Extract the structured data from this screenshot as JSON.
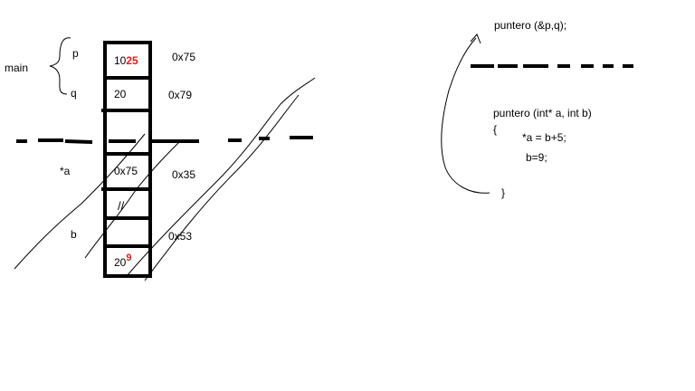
{
  "left_labels": {
    "main": "main",
    "p": "p",
    "q": "q",
    "a_ptr": "*a",
    "b": "b"
  },
  "cells": {
    "p_value": "10",
    "p_new_value": "25",
    "q_value": "20",
    "a_value": "0x75",
    "slash_mark": "//",
    "b_value": "20",
    "b_new_value": "9"
  },
  "addresses": {
    "p_addr": "0x75",
    "q_addr": "0x79",
    "a_addr": "0x35",
    "b_addr": "0x53"
  },
  "code": {
    "call": "puntero (&p,q);",
    "signature": "puntero (int* a, int b)",
    "open_brace": "{",
    "line1": "*a = b+5;",
    "line2": "b=9;",
    "close_brace": "}"
  },
  "colors": {
    "ink": "#000000",
    "highlight": "#e01b1b"
  }
}
